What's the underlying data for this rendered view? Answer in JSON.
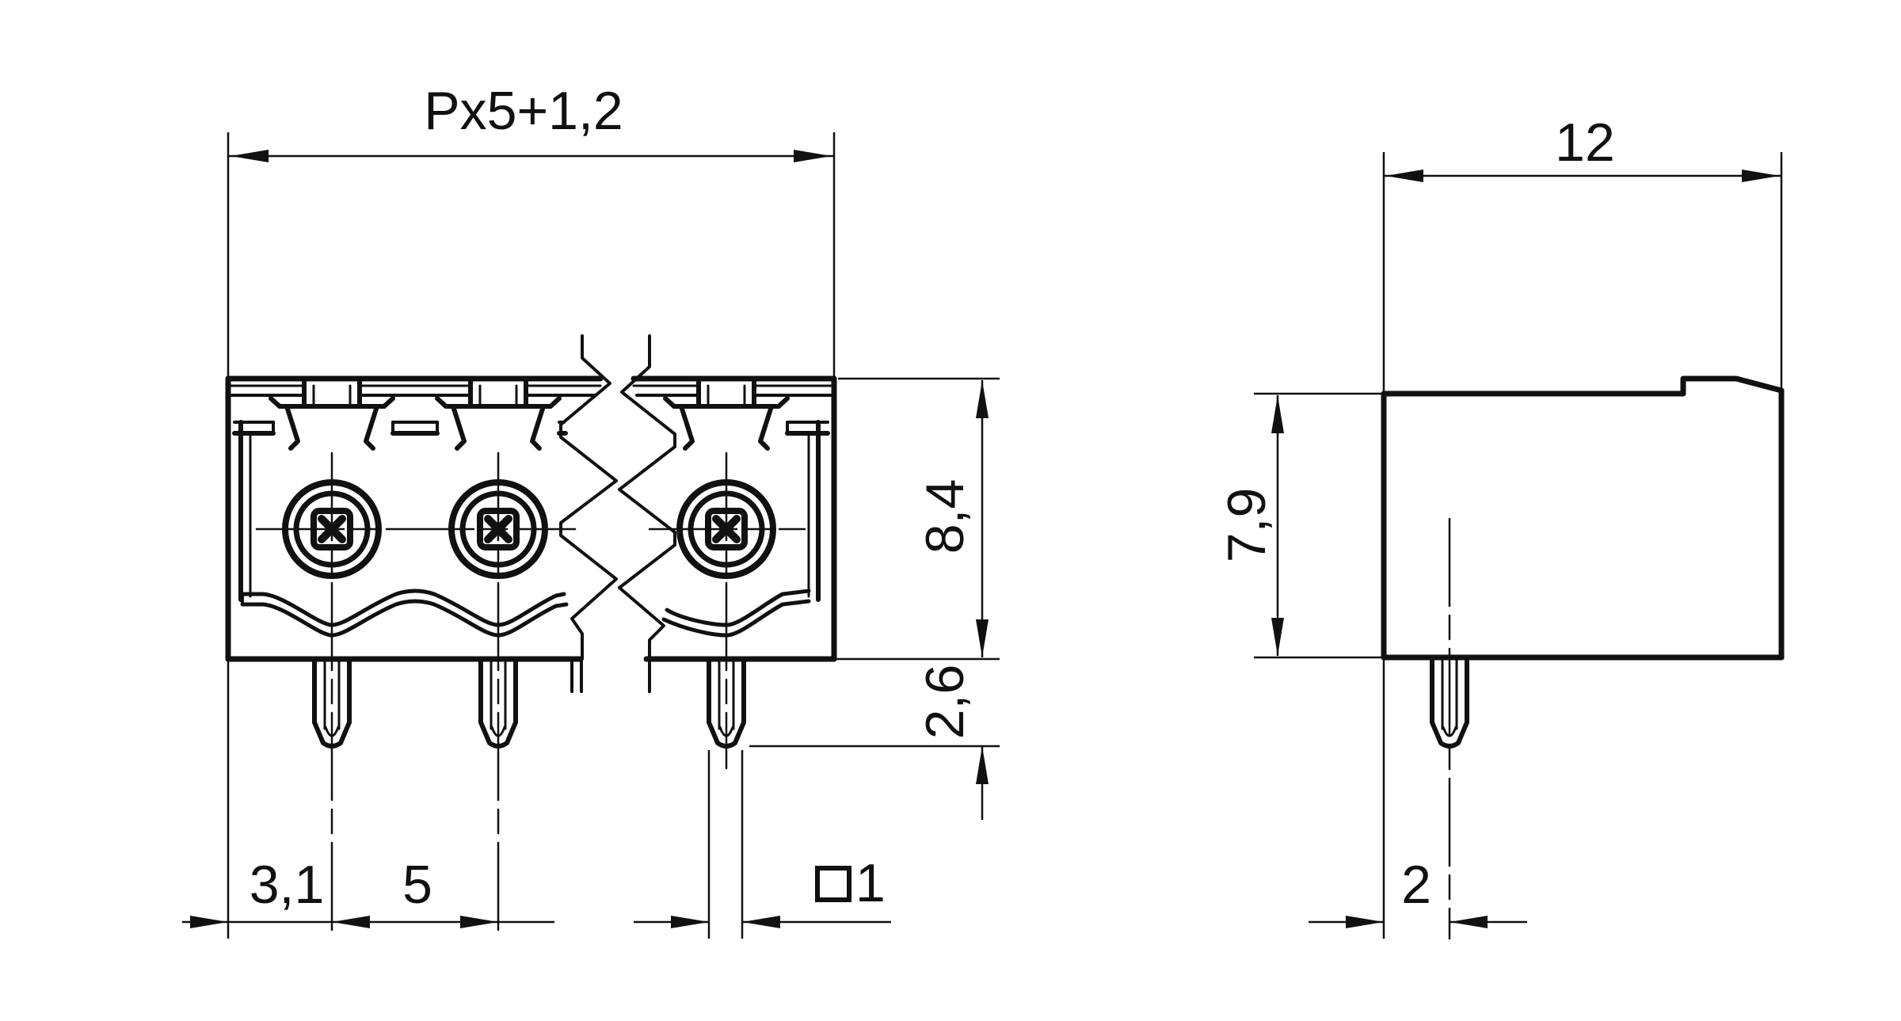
{
  "drawing": {
    "title": "terminal-block-header-dimension-drawing",
    "views": {
      "front_view": "connector front view with 3 contacts and break lines",
      "side_view": "connector side profile view with solder pin"
    },
    "dimensions": {
      "pitch_formula": "Px5+1,2",
      "body_height": "8,4",
      "pin_protrusion": "2,6",
      "edge_to_first_pin": "3,1",
      "pin_pitch": "5",
      "pin_square_size": "1",
      "depth": "12",
      "housing_height": "7,9",
      "pin_offset_from_face": "2"
    },
    "colors": {
      "line": "#111111",
      "background": "#ffffff"
    }
  }
}
